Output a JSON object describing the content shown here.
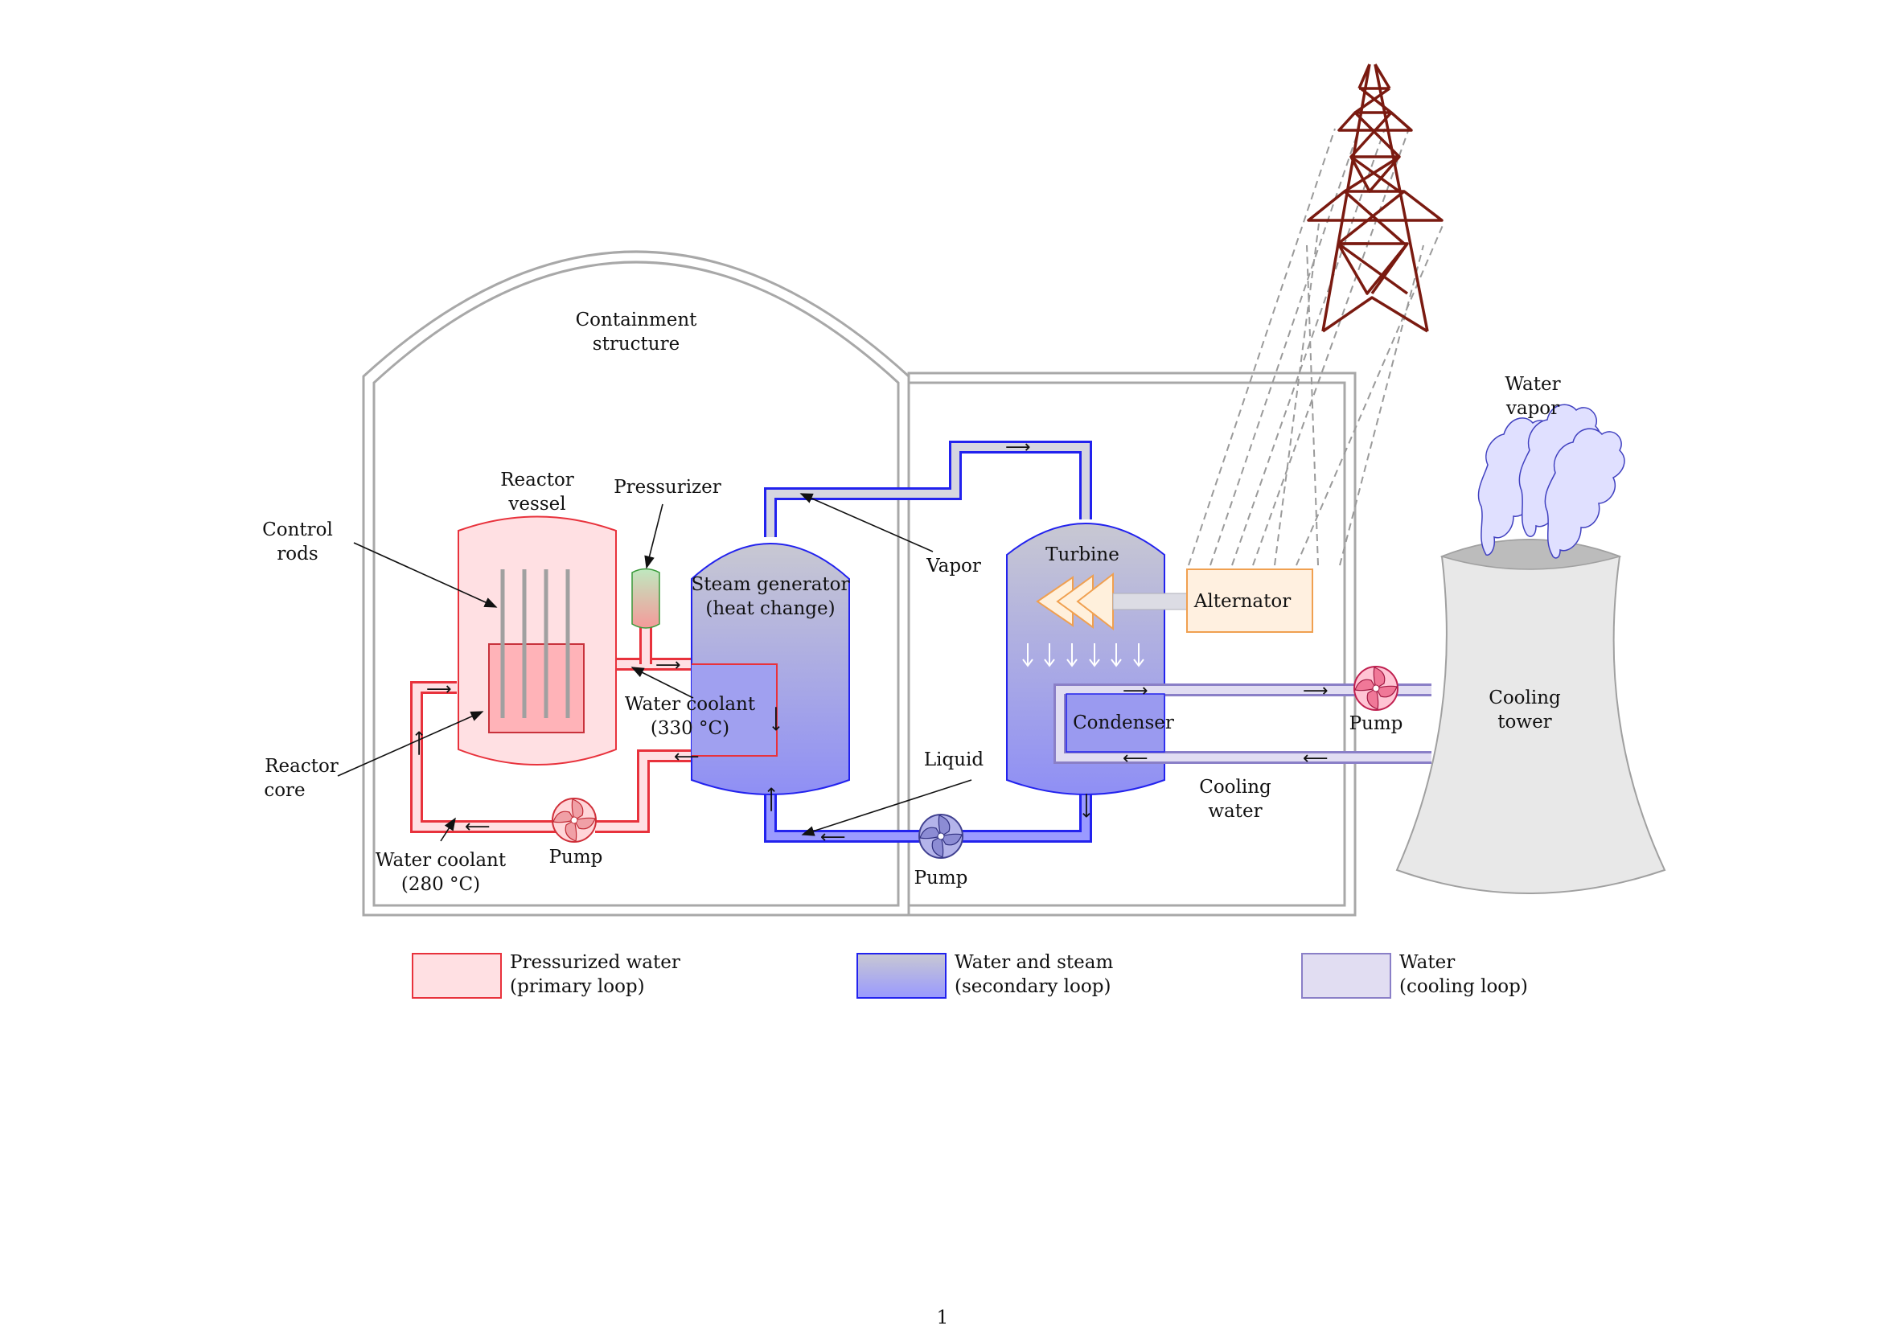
{
  "labels": {
    "containment_1": "Containment",
    "containment_2": "structure",
    "reactor_vessel_1": "Reactor",
    "reactor_vessel_2": "vessel",
    "pressurizer": "Pressurizer",
    "control_rods_1": "Control",
    "control_rods_2": "rods",
    "reactor_core_1": "Reactor",
    "reactor_core_2": "core",
    "steam_gen_1": "Steam generator",
    "steam_gen_2": "(heat change)",
    "hot_coolant_1": "Water coolant",
    "hot_coolant_2": "(330 °C)",
    "cold_coolant_1": "Water coolant",
    "cold_coolant_2": "(280 °C)",
    "pump_primary": "Pump",
    "pump_secondary": "Pump",
    "pump_cooling": "Pump",
    "vapor": "Vapor",
    "liquid": "Liquid",
    "turbine": "Turbine",
    "alternator": "Alternator",
    "condenser": "Condenser",
    "cooling_water_1": "Cooling",
    "cooling_water_2": "water",
    "cooling_tower_1": "Cooling",
    "cooling_tower_2": "tower",
    "water_vapor_1": "Water",
    "water_vapor_2": "vapor",
    "page_number": "1"
  },
  "legend": [
    {
      "line1": "Pressurized water",
      "line2": "(primary loop)",
      "color": "#ffe0e3",
      "border": "#e8323c"
    },
    {
      "line1": "Water and steam",
      "line2": "(secondary loop)",
      "color": "#9999ff",
      "border": "#2222ee"
    },
    {
      "line1": "Water",
      "line2": "(cooling loop)",
      "color": "#e1ddf2",
      "border": "#8a7fc7"
    }
  ],
  "colors": {
    "primary_loop": "#e8323c",
    "primary_fill": "#ffe0e3",
    "secondary_loop": "#2222ee",
    "cooling_loop": "#8a7fc7",
    "pylon": "#7a1a10",
    "alternator": "#f0a050",
    "containment": "#aaaaaa"
  }
}
